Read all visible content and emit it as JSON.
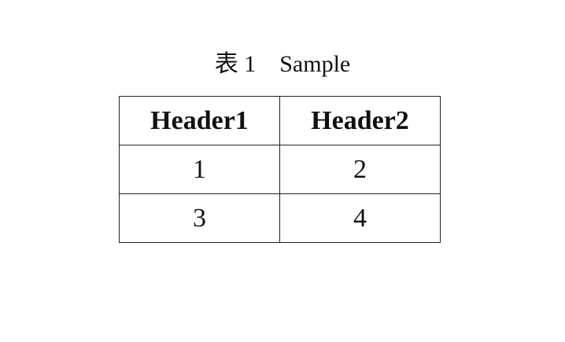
{
  "caption": {
    "label": "表 1",
    "title": "Sample"
  },
  "table": {
    "headers": [
      "Header1",
      "Header2"
    ],
    "rows": [
      [
        "1",
        "2"
      ],
      [
        "3",
        "4"
      ]
    ]
  }
}
